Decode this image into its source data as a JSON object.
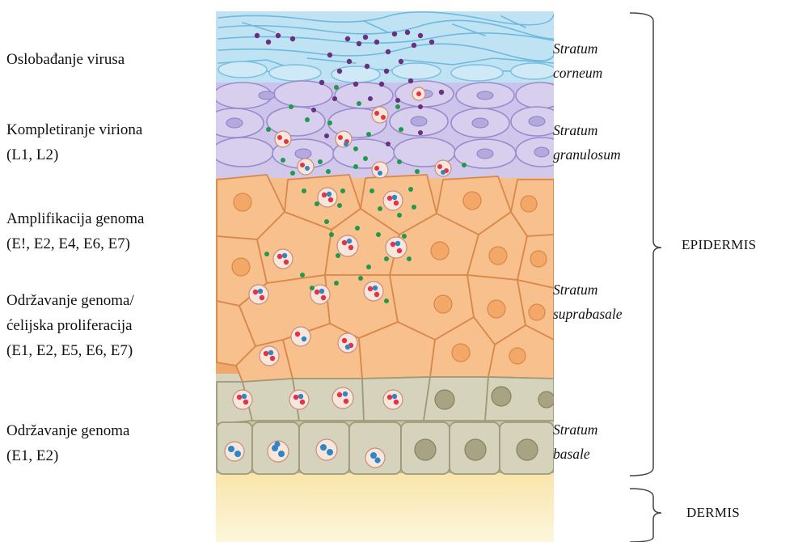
{
  "stages": [
    {
      "id": "release",
      "text": "Oslobađanje virusa"
    },
    {
      "id": "virion",
      "text": "Kompletiranje viriona\n(L1, L2)"
    },
    {
      "id": "amplification",
      "text": "Amplifikacija genoma\n(E!, E2, E4, E6, E7)"
    },
    {
      "id": "maintenance-proliferation",
      "text": "Održavanje genoma/\nćelijska proliferacija\n(E1, E2, E5, E6, E7)"
    },
    {
      "id": "maintenance",
      "text": "Održavanje genoma\n(E1, E2)"
    }
  ],
  "layers": [
    {
      "id": "corneum",
      "text": "Stratum\ncorneum"
    },
    {
      "id": "granulosum",
      "text": "Stratum\ngranulosum"
    },
    {
      "id": "suprabasale",
      "text": "Stratum\nsuprabasale"
    },
    {
      "id": "basale",
      "text": "Stratum\nbasale"
    }
  ],
  "regions": {
    "epidermis": "EPIDERMIS",
    "dermis": "DERMIS"
  },
  "colors": {
    "corneum": "#bfe3f3",
    "granulosum": "#cfc4ea",
    "suprabasal": "#f3b27a",
    "basal": "#c9c6aa",
    "dermis": "#fbeec0",
    "virus_particle": "#6a2f7d",
    "capsid_protein": "#1e9b4a",
    "genome_red": "#e43346",
    "genome_blue": "#2e86c7"
  }
}
